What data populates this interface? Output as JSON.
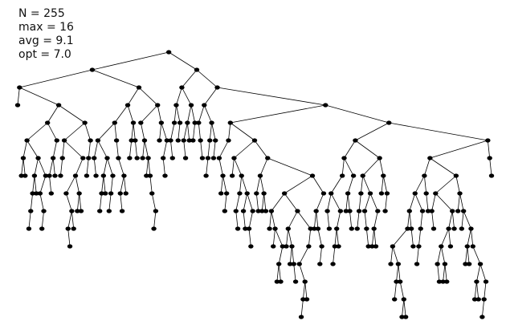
{
  "stats": {
    "n": "N = 255",
    "max": "max = 16",
    "avg": "avg = 9.1",
    "opt": "opt = 7.0"
  },
  "tree": {
    "node_count": 255,
    "max_depth": 16,
    "node_color": "#000000",
    "edge_color": "#000000"
  }
}
